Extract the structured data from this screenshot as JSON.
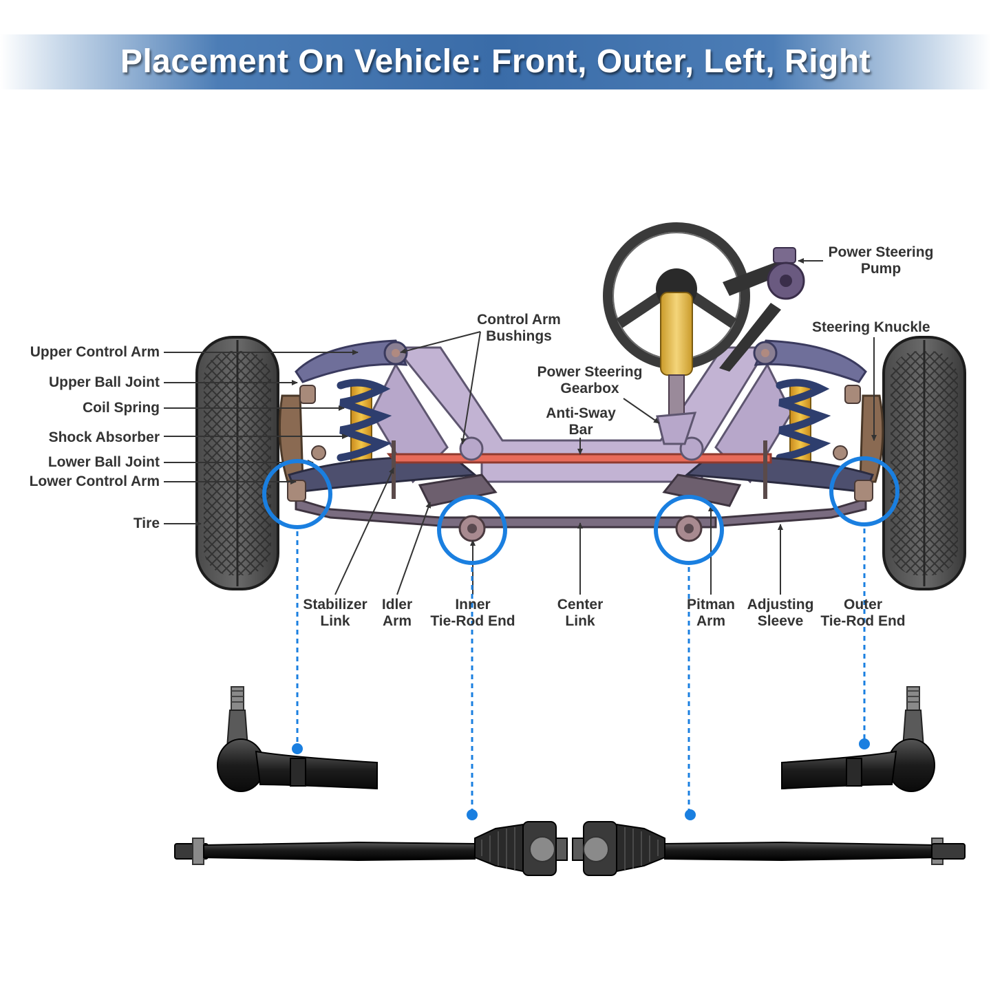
{
  "banner": {
    "title": "Placement On Vehicle: Front, Outer, Left, Right",
    "gradient_color": "#3a6ca8"
  },
  "accent_color": "#1a7fe0",
  "labels": {
    "upper_control_arm": "Upper Control Arm",
    "upper_ball_joint": "Upper Ball Joint",
    "coil_spring": "Coil Spring",
    "shock_absorber": "Shock Absorber",
    "lower_ball_joint": "Lower Ball Joint",
    "lower_control_arm": "Lower Control Arm",
    "tire": "Tire",
    "control_arm_bushings": [
      "Control Arm",
      "Bushings"
    ],
    "power_steering_gearbox": [
      "Power Steering",
      "Gearbox"
    ],
    "anti_sway_bar": [
      "Anti-Sway",
      "Bar"
    ],
    "power_steering_pump": [
      "Power Steering",
      "Pump"
    ],
    "steering_knuckle": "Steering Knuckle",
    "stabilizer_link": [
      "Stabilizer",
      "Link"
    ],
    "idler_arm": [
      "Idler",
      "Arm"
    ],
    "inner_tie_rod_end": [
      "Inner",
      "Tie-Rod End"
    ],
    "center_link": [
      "Center",
      "Link"
    ],
    "pitman_arm": [
      "Pitman",
      "Arm"
    ],
    "adjusting_sleeve": [
      "Adjusting",
      "Sleeve"
    ],
    "outer_tie_rod_end": [
      "Outer",
      "Tie-Rod End"
    ]
  }
}
